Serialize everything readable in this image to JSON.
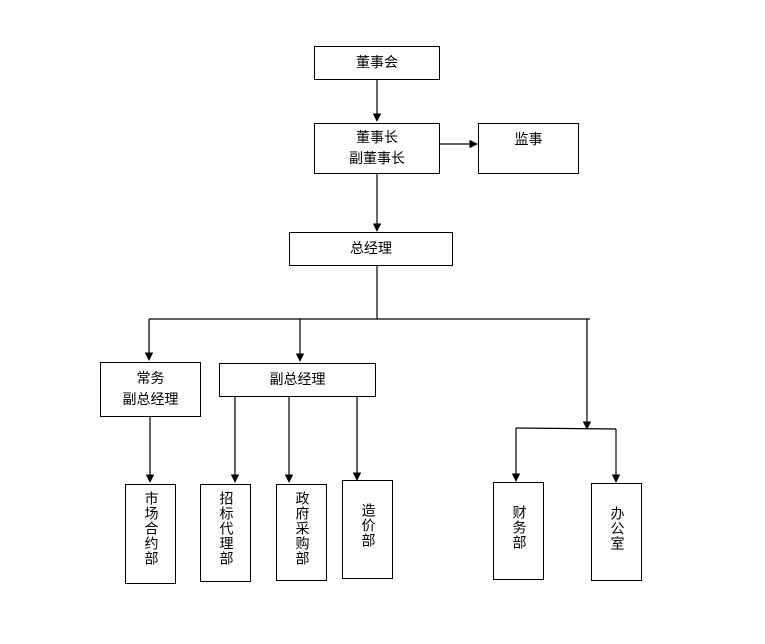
{
  "title": "组织结构图",
  "nodes": {
    "board": "董事会",
    "chairman": [
      "董事长",
      "副董事长"
    ],
    "supervisor": "监事",
    "gm": "总经理",
    "exec_vgm": [
      "常务",
      "副总经理"
    ],
    "vgm": "副总经理",
    "depts": {
      "market_contract": "市场合约部",
      "bidding_agency": "招标代理部",
      "gov_procurement": "政府采购部",
      "cost": "造价部",
      "finance": "财务部",
      "office": "办公室"
    }
  }
}
